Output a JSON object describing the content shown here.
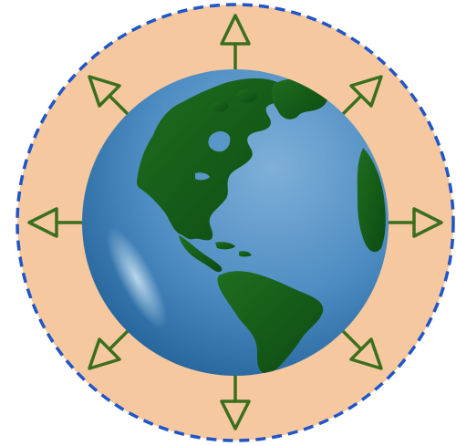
{
  "illustration": {
    "subject": "globe-with-outward-arrows",
    "colors": {
      "ring_fill": "#f6c8a0",
      "ring_border": "#2055c8",
      "arrow_stroke": "#3a6f1e",
      "ocean_light": "#7fb0d8",
      "ocean_mid": "#4d8cc2",
      "ocean_dark": "#1f5f95",
      "land_light": "#1f6e1f",
      "land_dark": "#0d4a12",
      "highlight": "#cfe6f5"
    },
    "arrow_directions": [
      "north",
      "north-east",
      "east",
      "south-east",
      "south",
      "south-west",
      "west",
      "north-west"
    ]
  }
}
